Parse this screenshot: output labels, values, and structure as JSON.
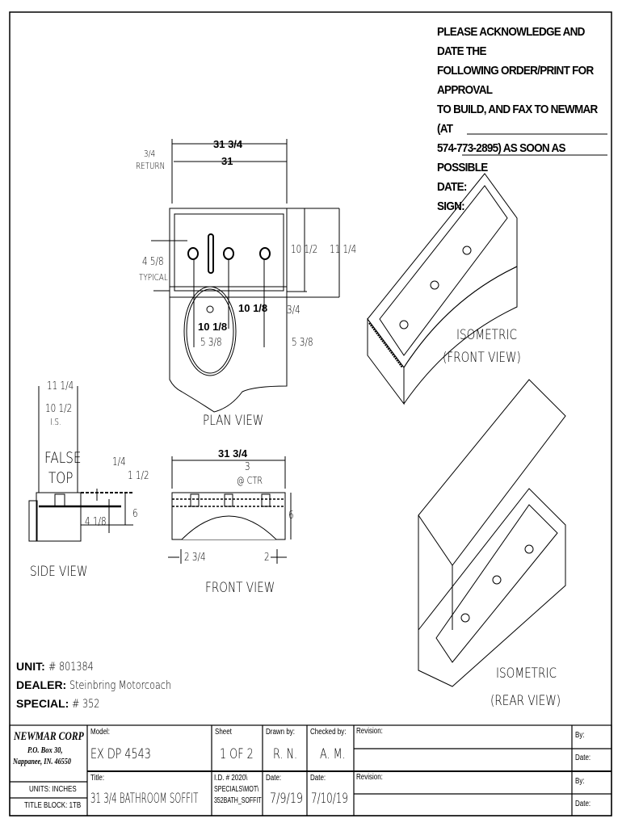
{
  "notice": {
    "lines": [
      "PLEASE ACKNOWLEDGE AND DATE THE",
      "FOLLOWING ORDER/PRINT FOR APPROVAL",
      "TO BUILD, AND FAX TO NEWMAR (AT",
      "574-773-2895) AS SOON AS POSSIBLE"
    ],
    "date_label": "DATE:",
    "sign_label": "SIGN:"
  },
  "plan_view": {
    "title": "PLAN VIEW",
    "dims": {
      "overall": "31 3/4",
      "inner": "31",
      "return_a": "3/4",
      "return_b": "RETURN",
      "typical_a": "4 5/8",
      "typical_b": "TYPICAL",
      "depth_inner": "10 1/2",
      "depth_outer": "11 1/4",
      "spacing_right": "10 1/8",
      "spacing_left": "10 1/8",
      "front": "3/4",
      "offset_left": "5 3/8",
      "offset_right": "5 3/8"
    }
  },
  "side_view": {
    "title": "SIDE VIEW",
    "false_top_a": "FALSE",
    "false_top_b": "TOP",
    "dims": {
      "outer": "11 1/4",
      "inner": "10 1/2",
      "inner_note": "I.S.",
      "quarter": "1/4",
      "one_half": "1 1/2",
      "height": "6",
      "drop": "4 1/8"
    }
  },
  "front_view": {
    "title": "FRONT VIEW",
    "dims": {
      "overall": "31 3/4",
      "ctr_a": "3",
      "ctr_b": "@ CTR",
      "height": "6",
      "left": "2 3/4",
      "right": "2"
    }
  },
  "iso_front": {
    "line1": "ISOMETRIC",
    "line2": "(FRONT VIEW)"
  },
  "iso_rear": {
    "line1": "ISOMETRIC",
    "line2": "(REAR VIEW)"
  },
  "unit_info": {
    "unit_label": "UNIT:",
    "unit_value": "# 801384",
    "dealer_label": "DEALER:",
    "dealer_value": "Steinbring Motorcoach",
    "special_label": "SPECIAL:",
    "special_value": "# 352"
  },
  "title_block": {
    "company": "NEWMAR CORP",
    "address1": "P.O. Box 30,",
    "address2": "Nappanee, IN. 46550",
    "units": "UNITS: INCHES",
    "title_block": "TITLE BLOCK: 1TB",
    "model_label": "Model:",
    "model_value": "EX DP 4543",
    "title_label": "Title:",
    "title_value": "31 3/4 BATHROOM SOFFIT",
    "sheet_label": "Sheet",
    "sheet_value": "1 OF 2",
    "id_value": [
      "I.D. # 2020\\",
      "SPECIALS\\MOT\\",
      "352BATH_SOFFIT"
    ],
    "drawn_label": "Drawn by:",
    "drawn_value": "R. N.",
    "drawn_date_label": "Date:",
    "drawn_date_value": "7/9/19",
    "checked_label": "Checked by:",
    "checked_value": "A. M.",
    "checked_date_label": "Date:",
    "checked_date_value": "7/10/19",
    "revisions": [
      {
        "label": "Revision:",
        "by": "By:",
        "date": "Date:"
      },
      {
        "label": "Revision:",
        "by": "By:",
        "date": "Date:"
      }
    ]
  }
}
